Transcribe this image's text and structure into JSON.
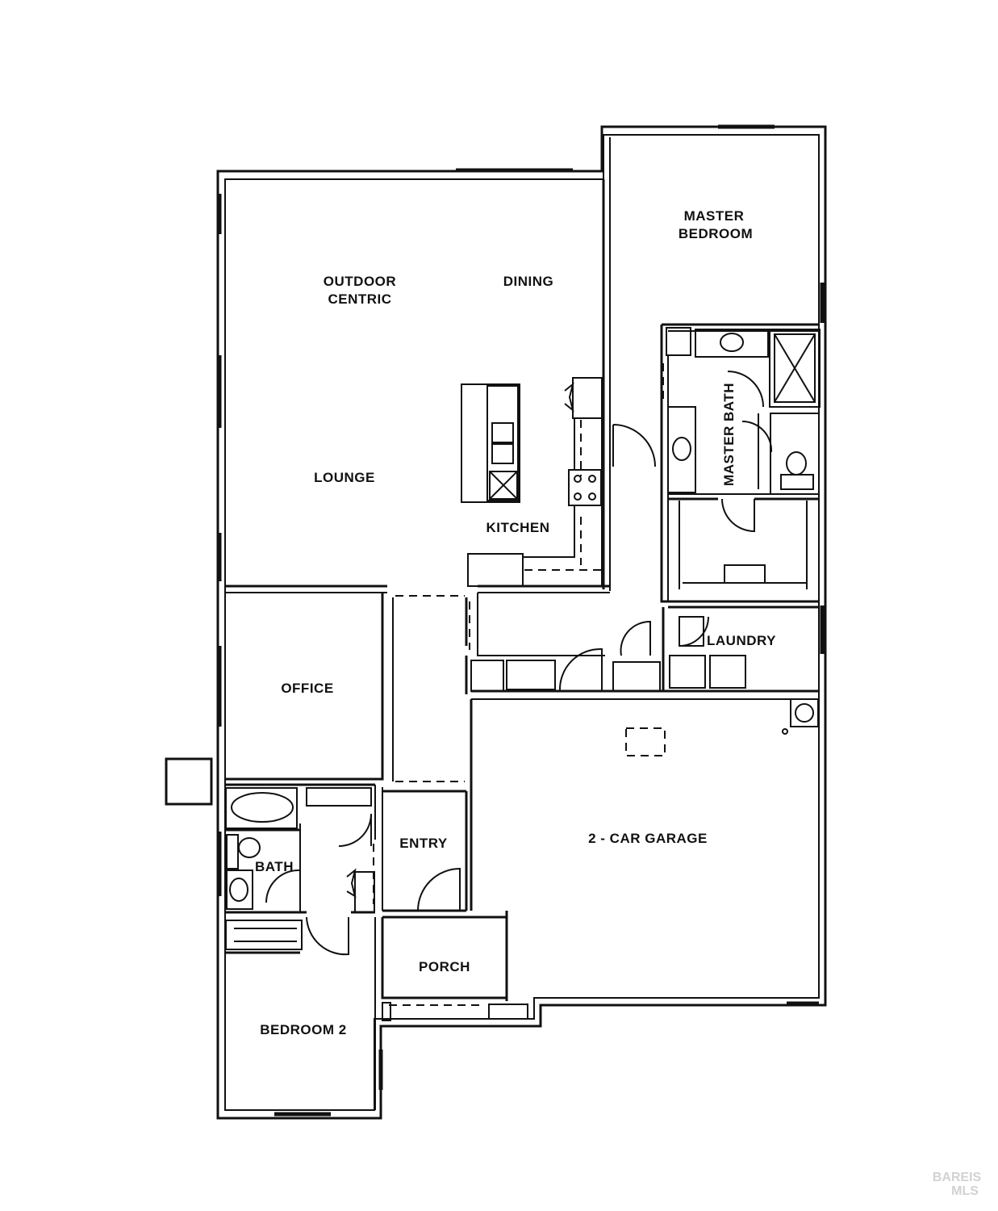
{
  "rooms": {
    "master_bedroom": [
      "MASTER",
      "BEDROOM"
    ],
    "outdoor_centric": [
      "OUTDOOR",
      "CENTRIC"
    ],
    "dining": "DINING",
    "lounge": "LOUNGE",
    "kitchen": "KITCHEN",
    "master_bath": "MASTER BATH",
    "laundry": "LAUNDRY",
    "office": "OFFICE",
    "entry": "ENTRY",
    "garage": "2 - CAR GARAGE",
    "bath": "BATH",
    "porch": "PORCH",
    "bedroom2": "BEDROOM 2"
  },
  "watermark": [
    "BAREIS",
    "MLS"
  ]
}
